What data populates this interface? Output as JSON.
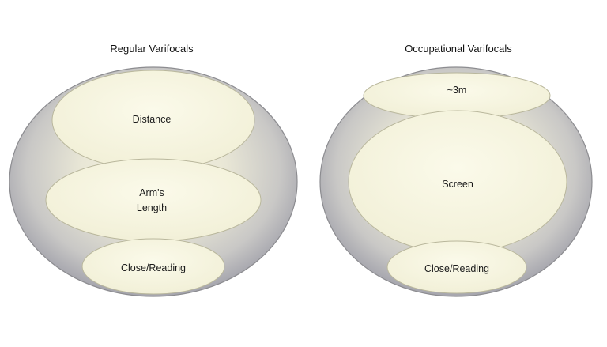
{
  "diagrams": [
    {
      "title": "Regular Varifocals",
      "zones": [
        {
          "label_lines": [
            "Distance"
          ]
        },
        {
          "label_lines": [
            "Arm's",
            "Length"
          ]
        },
        {
          "label_lines": [
            "Close/Reading"
          ]
        }
      ]
    },
    {
      "title": "Occupational Varifocals",
      "zones": [
        {
          "label_lines": [
            "~3m"
          ]
        },
        {
          "label_lines": [
            "Screen"
          ]
        },
        {
          "label_lines": [
            "Close/Reading"
          ]
        }
      ]
    }
  ],
  "colors": {
    "lens_edge": "#9c9ca6",
    "lens_center": "#f3f1e0",
    "zone_fill": "#f7f5e1",
    "zone_stroke": "#b9b79c",
    "text": "#111111"
  }
}
